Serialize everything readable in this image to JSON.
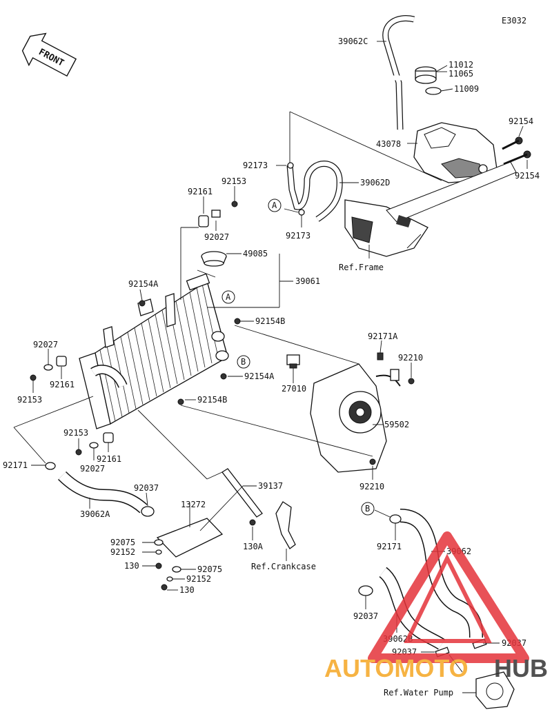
{
  "diagram_code": "E3032",
  "front_label": "FRONT",
  "parts": {
    "p39062C": "39062C",
    "p11012": "11012",
    "p11065": "11065",
    "p11009": "11009",
    "p92154_a": "92154",
    "p43078": "43078",
    "p92154_b": "92154",
    "p92173_a": "92173",
    "p39062D": "39062D",
    "p92173_b": "92173",
    "p92161_a": "92161",
    "p92153_a": "92153",
    "p92027_a": "92027",
    "p49085": "49085",
    "p39061": "39061",
    "p92154A_a": "92154A",
    "p92154B_a": "92154B",
    "p92171A": "92171A",
    "p92210_a": "92210",
    "p92027_b": "92027",
    "p92161_b": "92161",
    "p92153_b": "92153",
    "p92154A_b": "92154A",
    "p27010": "27010",
    "p92154B_b": "92154B",
    "p59502": "59502",
    "p92153_c": "92153",
    "p92171_a": "92171",
    "p92027_c": "92027",
    "p92161_c": "92161",
    "p92210_b": "92210",
    "p92037_a": "92037",
    "p39137": "39137",
    "p39062A": "39062A",
    "p13272": "13272",
    "p92075_a": "92075",
    "p92152_a": "92152",
    "p130_a": "130",
    "p92075_b": "92075",
    "p92152_b": "92152",
    "p130_b": "130",
    "p130A": "130A",
    "p92171_b": "92171",
    "p39062": "39062",
    "p92037_b": "92037",
    "p39062B": "39062B",
    "p92037_c": "92037",
    "p92037_d": "92037"
  },
  "references": {
    "frame": "Ref.Frame",
    "crankcase": "Ref.Crankcase",
    "water_pump": "Ref.Water Pump"
  },
  "callouts": {
    "a_1": "A",
    "a_2": "A",
    "b_1": "B",
    "b_2": "B"
  },
  "watermark": {
    "text_part1": "AUTOMOTO",
    "text_part2": "HUB",
    "color_primary": "#f5a623",
    "color_secondary": "#e5333a"
  }
}
